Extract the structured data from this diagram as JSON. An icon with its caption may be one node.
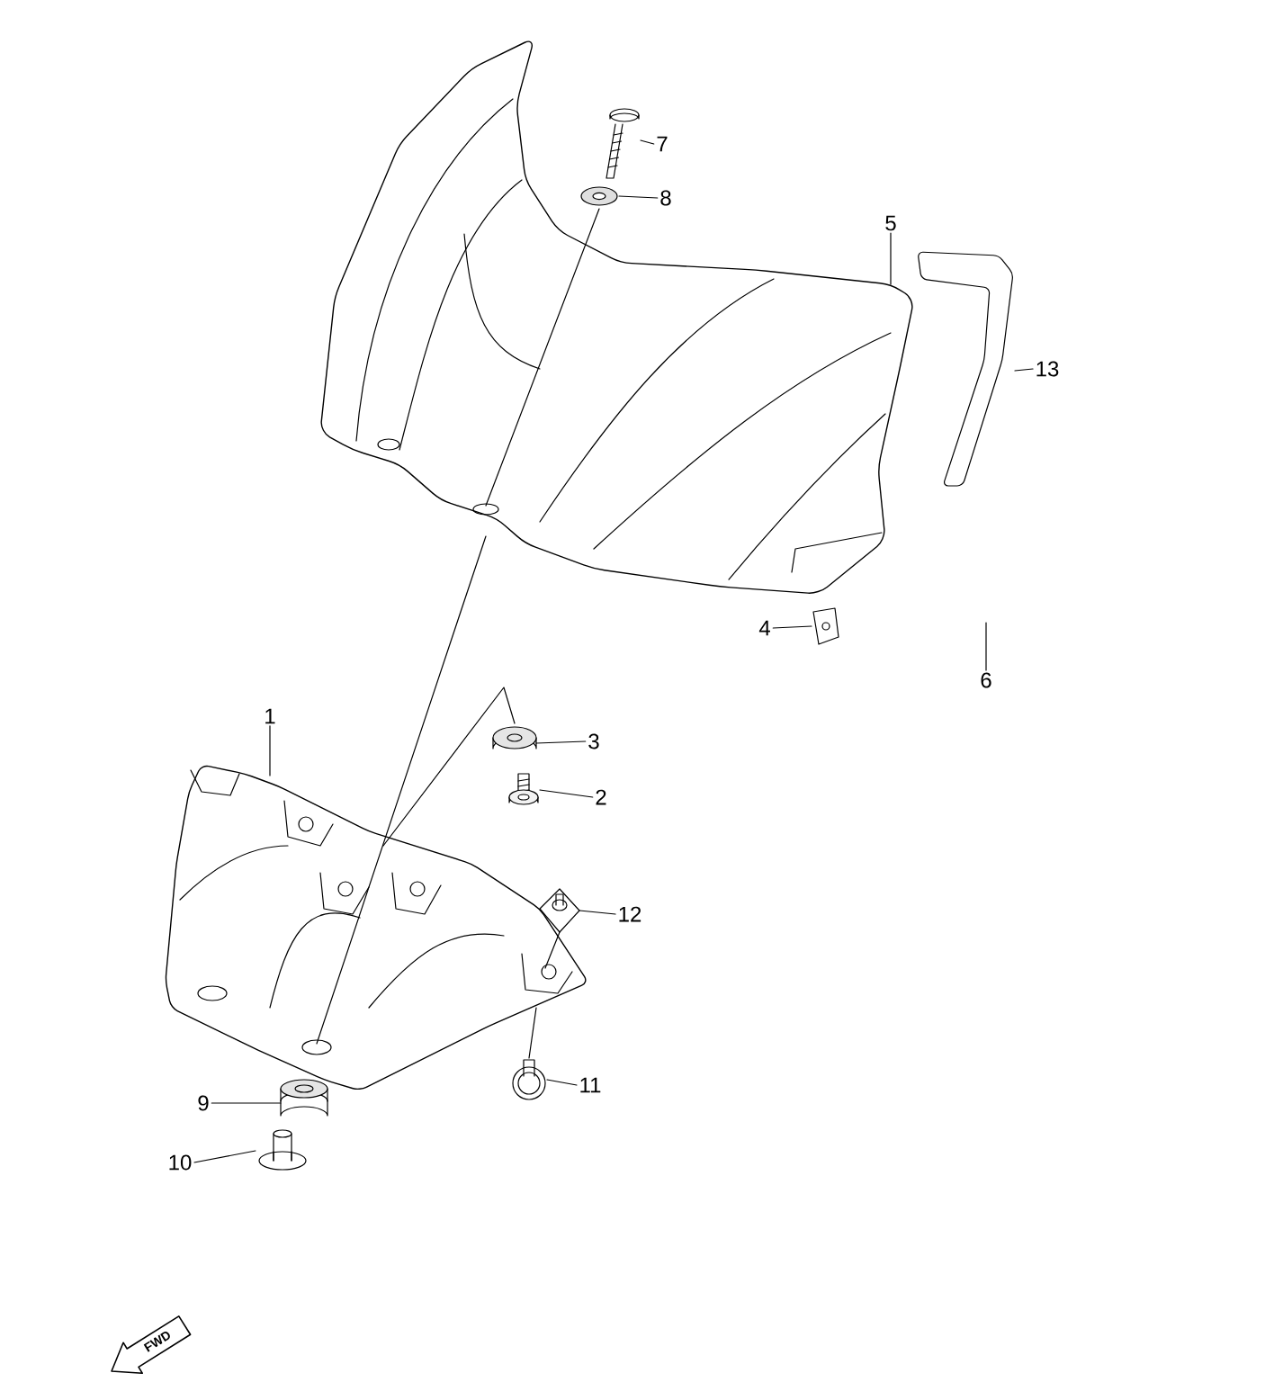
{
  "diagram": {
    "nodes": [
      {
        "text": [
          "7"
        ]
      },
      {
        "text": [],
        "shape": "picture"
      },
      {
        "text": [
          "8"
        ]
      },
      {
        "text": [],
        "shape": "picture"
      },
      {
        "text": [
          "5"
        ]
      },
      {
        "text": [],
        "shape": "picture"
      },
      {
        "text": [
          "13"
        ]
      },
      {
        "text": [],
        "shape": "picture"
      },
      {
        "text": [
          "4"
        ]
      },
      {
        "text": [],
        "shape": "picture"
      },
      {
        "text": [
          "6"
        ]
      },
      {
        "text": [
          "1"
        ]
      },
      {
        "text": [],
        "shape": "picture"
      },
      {
        "text": [
          "3"
        ]
      },
      {
        "text": [],
        "shape": "picture"
      },
      {
        "text": [
          "2"
        ]
      },
      {
        "text": [],
        "shape": "picture"
      },
      {
        "text": [
          "12"
        ]
      },
      {
        "text": [],
        "shape": "picture"
      },
      {
        "text": [
          "9"
        ]
      },
      {
        "text": [],
        "shape": "picture"
      },
      {
        "text": [
          "10"
        ]
      },
      {
        "text": [],
        "shape": "picture"
      },
      {
        "text": [
          "11"
        ]
      },
      {
        "text": [],
        "shape": "picture"
      }
    ],
    "edges": [
      {
        "from": 0,
        "to": 1,
        "arrow": "none"
      },
      {
        "from": 2,
        "to": 3,
        "arrow": "none"
      },
      {
        "from": 4,
        "to": 5,
        "arrow": "none"
      },
      {
        "from": 6,
        "to": 7,
        "arrow": "none"
      },
      {
        "from": 8,
        "to": 9,
        "arrow": "none"
      },
      {
        "from": 10,
        "to": null,
        "arrow": "none"
      },
      {
        "from": 11,
        "to": 12,
        "arrow": "none"
      },
      {
        "from": 13,
        "to": 14,
        "arrow": "none"
      },
      {
        "from": 15,
        "to": 16,
        "arrow": "none"
      },
      {
        "from": 17,
        "to": 18,
        "arrow": "none"
      },
      {
        "from": 19,
        "to": 20,
        "arrow": "none"
      },
      {
        "from": 21,
        "to": 22,
        "arrow": "none"
      },
      {
        "from": 23,
        "to": 24,
        "arrow": "none"
      },
      {
        "from": 3,
        "to": 5,
        "arrow": "none"
      },
      {
        "from": 5,
        "to": 12,
        "arrow": "none"
      },
      {
        "from": 14,
        "to": 12,
        "arrow": "none"
      },
      {
        "from": 18,
        "to": 12,
        "arrow": "none"
      },
      {
        "from": 24,
        "to": 12,
        "arrow": "none"
      }
    ],
    "labels": [
      "FWD"
    ]
  }
}
